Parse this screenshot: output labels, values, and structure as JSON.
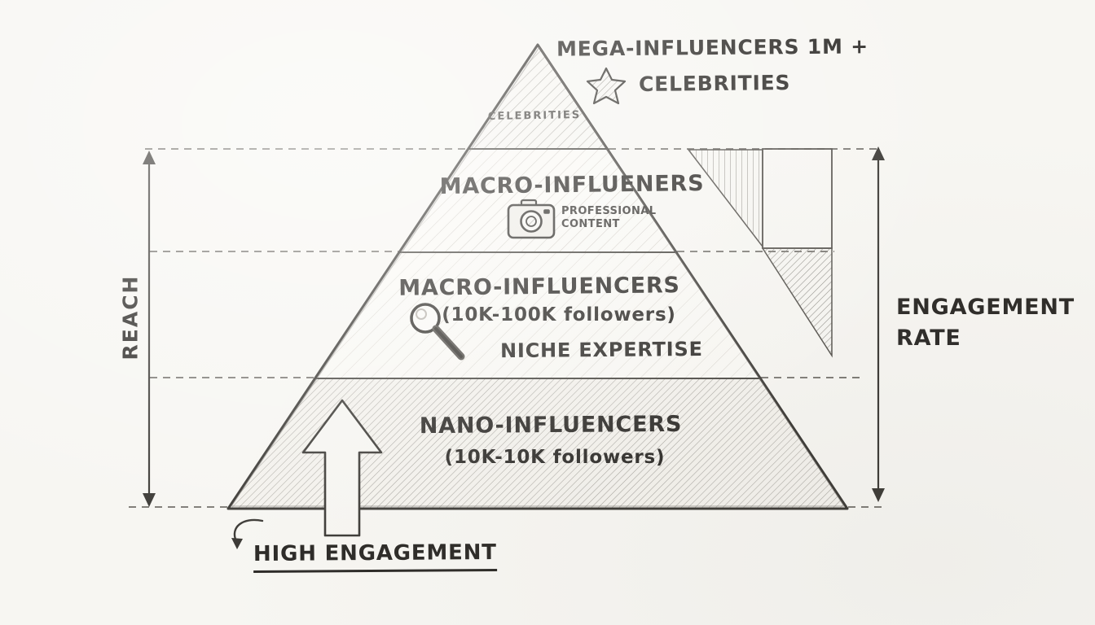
{
  "title_block": {
    "line1": "MEGA-INFLUENCERS 1M +",
    "line2": "CELEBRITIES"
  },
  "pyramid": {
    "tiers": [
      {
        "name": "celebrities-tier",
        "label": "CELEBRITIES"
      },
      {
        "name": "macro-top-tier",
        "title": "MACRO-INFLUENERS",
        "subtitle_line1": "PROFESSIONAL",
        "subtitle_line2": "CONTENT"
      },
      {
        "name": "macro-tier",
        "title": "MACRO-INFLUENCERS",
        "subtitle": "(10K-100K followers)",
        "note": "NICHE EXPERTISE"
      },
      {
        "name": "nano-tier",
        "title": "NANO-INFLUENCERS",
        "subtitle": "(10K-10K followers)"
      }
    ]
  },
  "axes": {
    "left": "REACH",
    "right_line1": "ENGAGEMENT",
    "right_line2": "RATE"
  },
  "annotation": {
    "high_engagement": "HIGH ENGAGEMENT"
  },
  "icons": {
    "star": "star-icon",
    "camera": "camera-icon",
    "magnifier": "magnifier-icon",
    "up_arrow": "up-arrow-icon",
    "curved_arrow": "curved-arrow-icon"
  },
  "colors": {
    "background": "#f7f6f2",
    "ink": "#2e2c29",
    "hatch": "#8e8b85"
  }
}
